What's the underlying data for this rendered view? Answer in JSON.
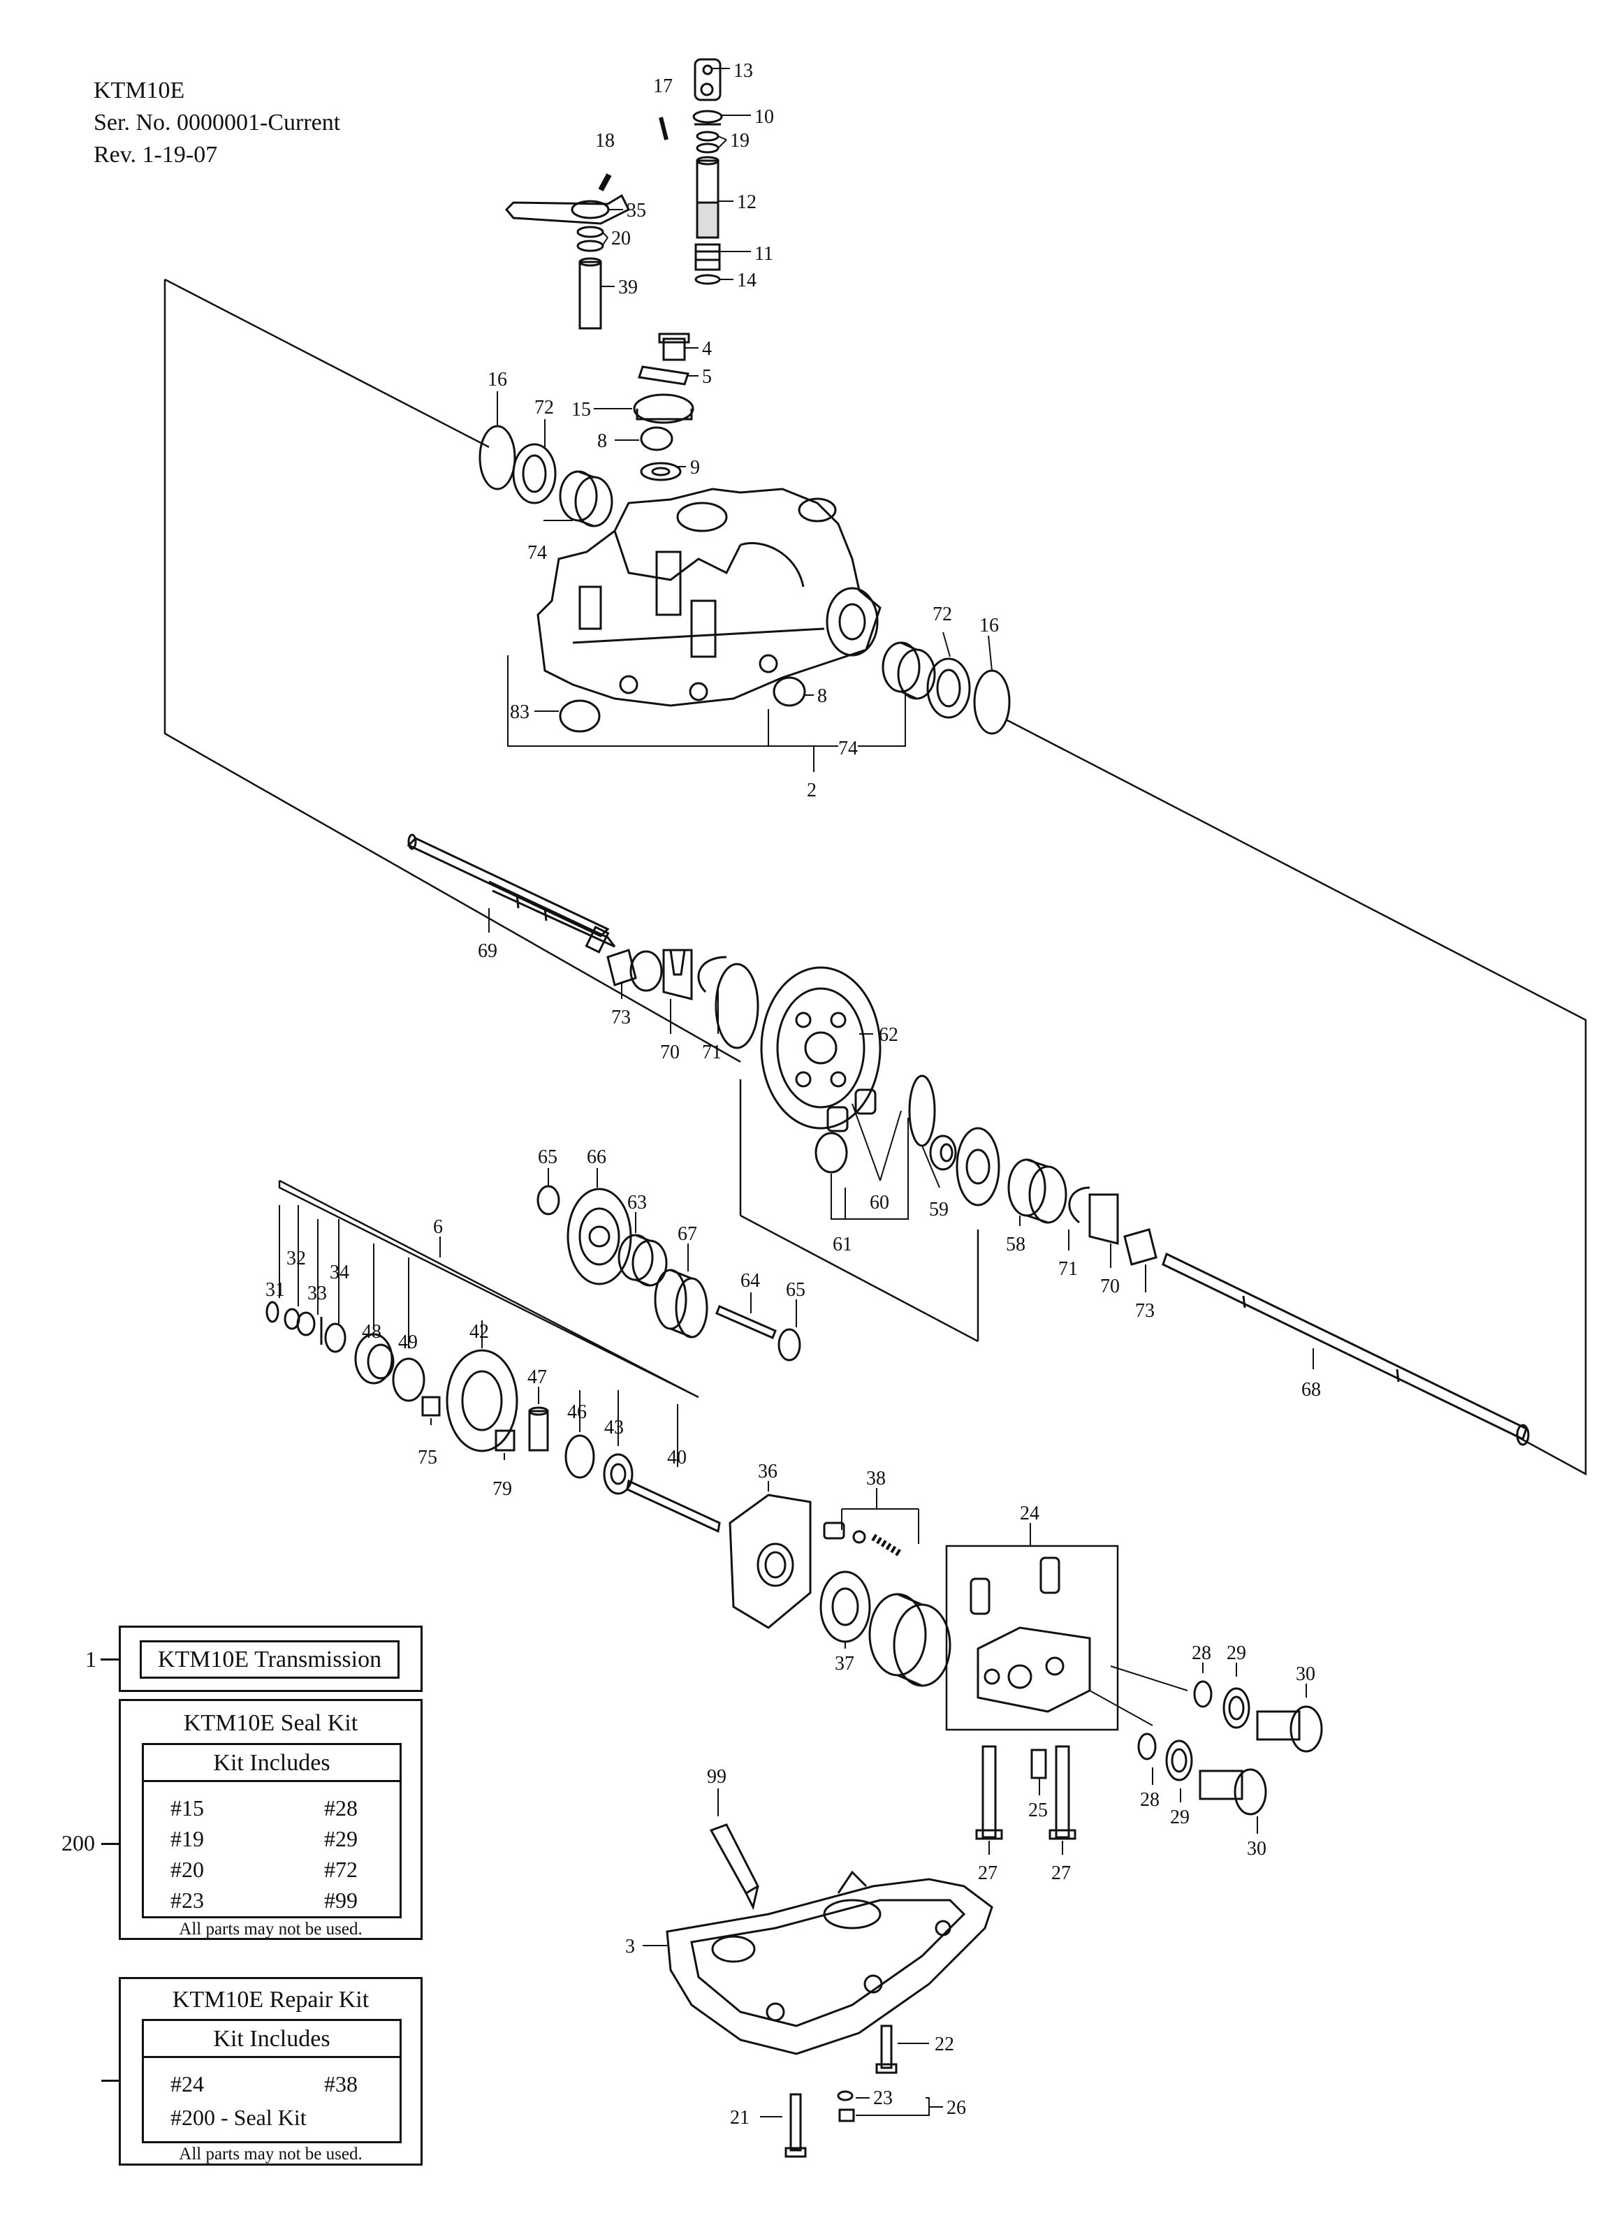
{
  "header": {
    "model": "KTM10E",
    "serial": "Ser. No. 0000001-Current",
    "revision": "Rev. 1-19-07"
  },
  "transmission_box": {
    "ref": "1",
    "label": "KTM10E Transmission"
  },
  "seal_kit": {
    "ref": "200",
    "title": "KTM10E Seal Kit",
    "subtitle": "Kit Includes",
    "items_left": [
      "#15",
      "#19",
      "#20",
      "#23"
    ],
    "items_right": [
      "#28",
      "#29",
      "#72",
      "#99"
    ],
    "note": "All parts may not be used."
  },
  "repair_kit": {
    "title": "KTM10E Repair Kit",
    "subtitle": "Kit Includes",
    "item_1": "#24",
    "item_2": "#38",
    "item_3": "#200 - Seal Kit",
    "note": "All parts may not be used."
  },
  "callouts": [
    "13",
    "17",
    "10",
    "19",
    "18",
    "12",
    "35",
    "20",
    "11",
    "14",
    "39",
    "4",
    "5",
    "16",
    "72",
    "15",
    "8",
    "9",
    "74",
    "72",
    "16",
    "83",
    "8",
    "74",
    "2",
    "69",
    "73",
    "70",
    "71",
    "62",
    "65",
    "66",
    "63",
    "67",
    "60",
    "59",
    "61",
    "58",
    "71",
    "70",
    "73",
    "6",
    "31",
    "32",
    "33",
    "34",
    "48",
    "49",
    "42",
    "64",
    "65",
    "68",
    "47",
    "46",
    "43",
    "75",
    "40",
    "79",
    "36",
    "38",
    "24",
    "37",
    "28",
    "29",
    "30",
    "99",
    "28",
    "25",
    "29",
    "30",
    "27",
    "27",
    "3",
    "22",
    "23",
    "26",
    "21"
  ]
}
